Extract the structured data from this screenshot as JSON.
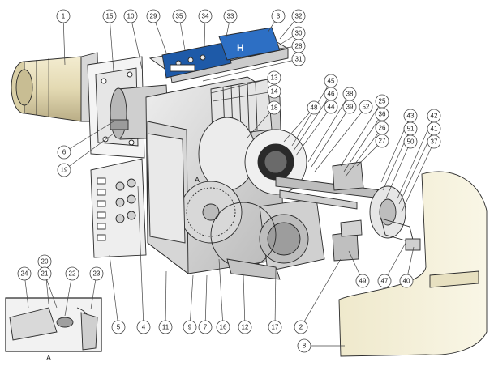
{
  "diagram": {
    "detail_letter": "A",
    "detail_caption": "A",
    "callouts": [
      {
        "label": "1"
      },
      {
        "label": "15"
      },
      {
        "label": "10"
      },
      {
        "label": "29"
      },
      {
        "label": "35"
      },
      {
        "label": "34"
      },
      {
        "label": "33"
      },
      {
        "label": "3"
      },
      {
        "label": "32"
      },
      {
        "label": "30"
      },
      {
        "label": "28"
      },
      {
        "label": "31"
      },
      {
        "label": "13"
      },
      {
        "label": "14"
      },
      {
        "label": "18"
      },
      {
        "label": "45"
      },
      {
        "label": "46"
      },
      {
        "label": "44"
      },
      {
        "label": "48"
      },
      {
        "label": "38"
      },
      {
        "label": "39"
      },
      {
        "label": "52"
      },
      {
        "label": "25"
      },
      {
        "label": "36"
      },
      {
        "label": "26"
      },
      {
        "label": "27"
      },
      {
        "label": "43"
      },
      {
        "label": "51"
      },
      {
        "label": "50"
      },
      {
        "label": "42"
      },
      {
        "label": "41"
      },
      {
        "label": "37"
      },
      {
        "label": "6"
      },
      {
        "label": "19"
      },
      {
        "label": "5"
      },
      {
        "label": "4"
      },
      {
        "label": "11"
      },
      {
        "label": "9"
      },
      {
        "label": "7"
      },
      {
        "label": "16"
      },
      {
        "label": "12"
      },
      {
        "label": "17"
      },
      {
        "label": "2"
      },
      {
        "label": "49"
      },
      {
        "label": "47"
      },
      {
        "label": "40"
      },
      {
        "label": "8"
      },
      {
        "label": "20"
      },
      {
        "label": "21"
      },
      {
        "label": "22"
      },
      {
        "label": "23"
      },
      {
        "label": "24"
      }
    ]
  }
}
